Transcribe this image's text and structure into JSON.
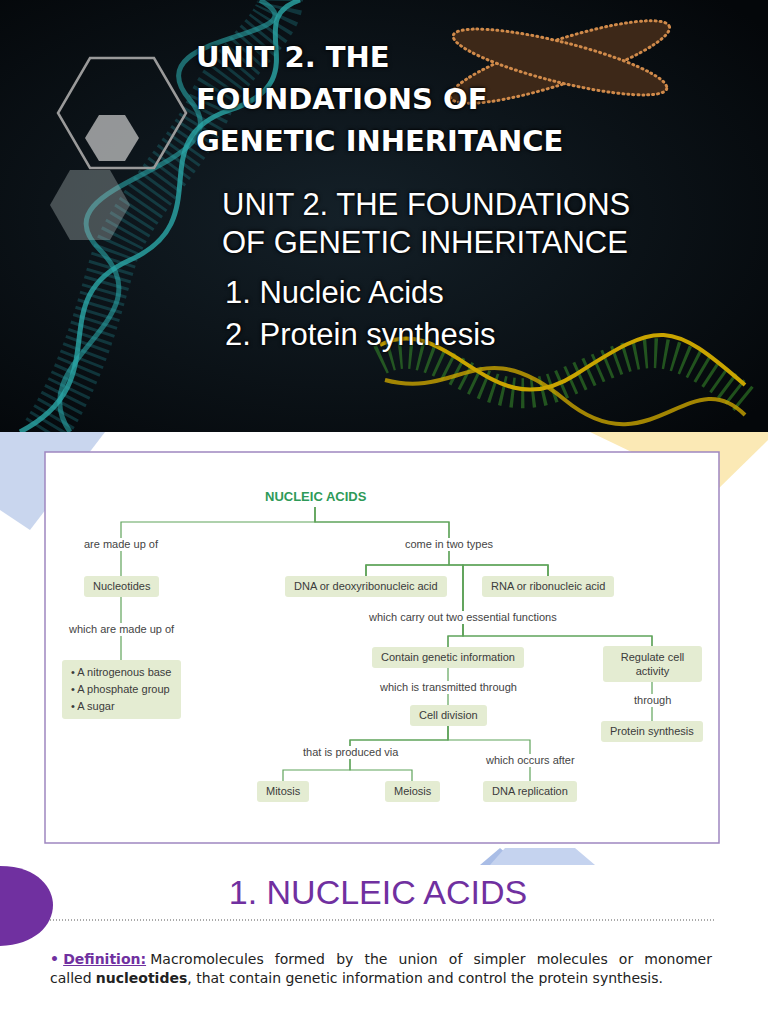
{
  "diagram": {
    "title": "UNIT 2. THE FOUNDATIONS OF GENETIC INHERITANCE",
    "nodes": [
      {
        "text": [
          "NUCLEIC ACIDS"
        ]
      },
      {
        "text": [
          "Nucleotides"
        ]
      },
      {
        "text": [
          "• A nitrogenous base",
          "• A phosphate group",
          "• A sugar"
        ]
      },
      {
        "text": [
          "DNA or deoxyribonucleic acid"
        ]
      },
      {
        "text": [
          "RNA or ribonucleic acid"
        ]
      },
      {
        "text": [
          "Contain genetic information"
        ]
      },
      {
        "text": [
          "Regulate cell activity"
        ]
      },
      {
        "text": [
          "Cell division"
        ]
      },
      {
        "text": [
          "Protein synthesis"
        ]
      },
      {
        "text": [
          "Mitosis"
        ]
      },
      {
        "text": [
          "Meiosis"
        ]
      },
      {
        "text": [
          "DNA replication"
        ]
      }
    ],
    "edges": [
      {
        "from": 0,
        "to": 1,
        "arrow": "none",
        "label": "are made up of"
      },
      {
        "from": 0,
        "to": 3,
        "arrow": "none",
        "label": "come in two types"
      },
      {
        "from": 0,
        "to": 4,
        "arrow": "none"
      },
      {
        "from": 1,
        "to": 2,
        "arrow": "none",
        "label": "which are made up of"
      },
      {
        "from": 3,
        "to": 5,
        "arrow": "none",
        "label": "which carry out two essential functions"
      },
      {
        "from": 3,
        "to": 6,
        "arrow": "none"
      },
      {
        "from": 4,
        "to": 5,
        "arrow": "none"
      },
      {
        "from": 4,
        "to": 6,
        "arrow": "none"
      },
      {
        "from": 5,
        "to": 7,
        "arrow": "none",
        "label": "which is transmitted through"
      },
      {
        "from": 6,
        "to": 8,
        "arrow": "none",
        "label": "through"
      },
      {
        "from": 7,
        "to": 9,
        "arrow": "none",
        "label": "that is produced via"
      },
      {
        "from": 7,
        "to": 10,
        "arrow": "none"
      },
      {
        "from": 7,
        "to": 11,
        "arrow": "none",
        "label": "which occurs after"
      }
    ],
    "labels": [
      "UNIT 2. THE FOUNDATIONS OF GENETIC INHERITANCE",
      "1. Nucleic Acids",
      "2. Protein synthesis",
      "1. NUCLEIC ACIDS",
      "•",
      "Definition:",
      "Macromolecules formed by the union of simpler molecules or monomer called",
      "nucleotides",
      ", that contain genetic information and control the protein synthesis."
    ]
  }
}
